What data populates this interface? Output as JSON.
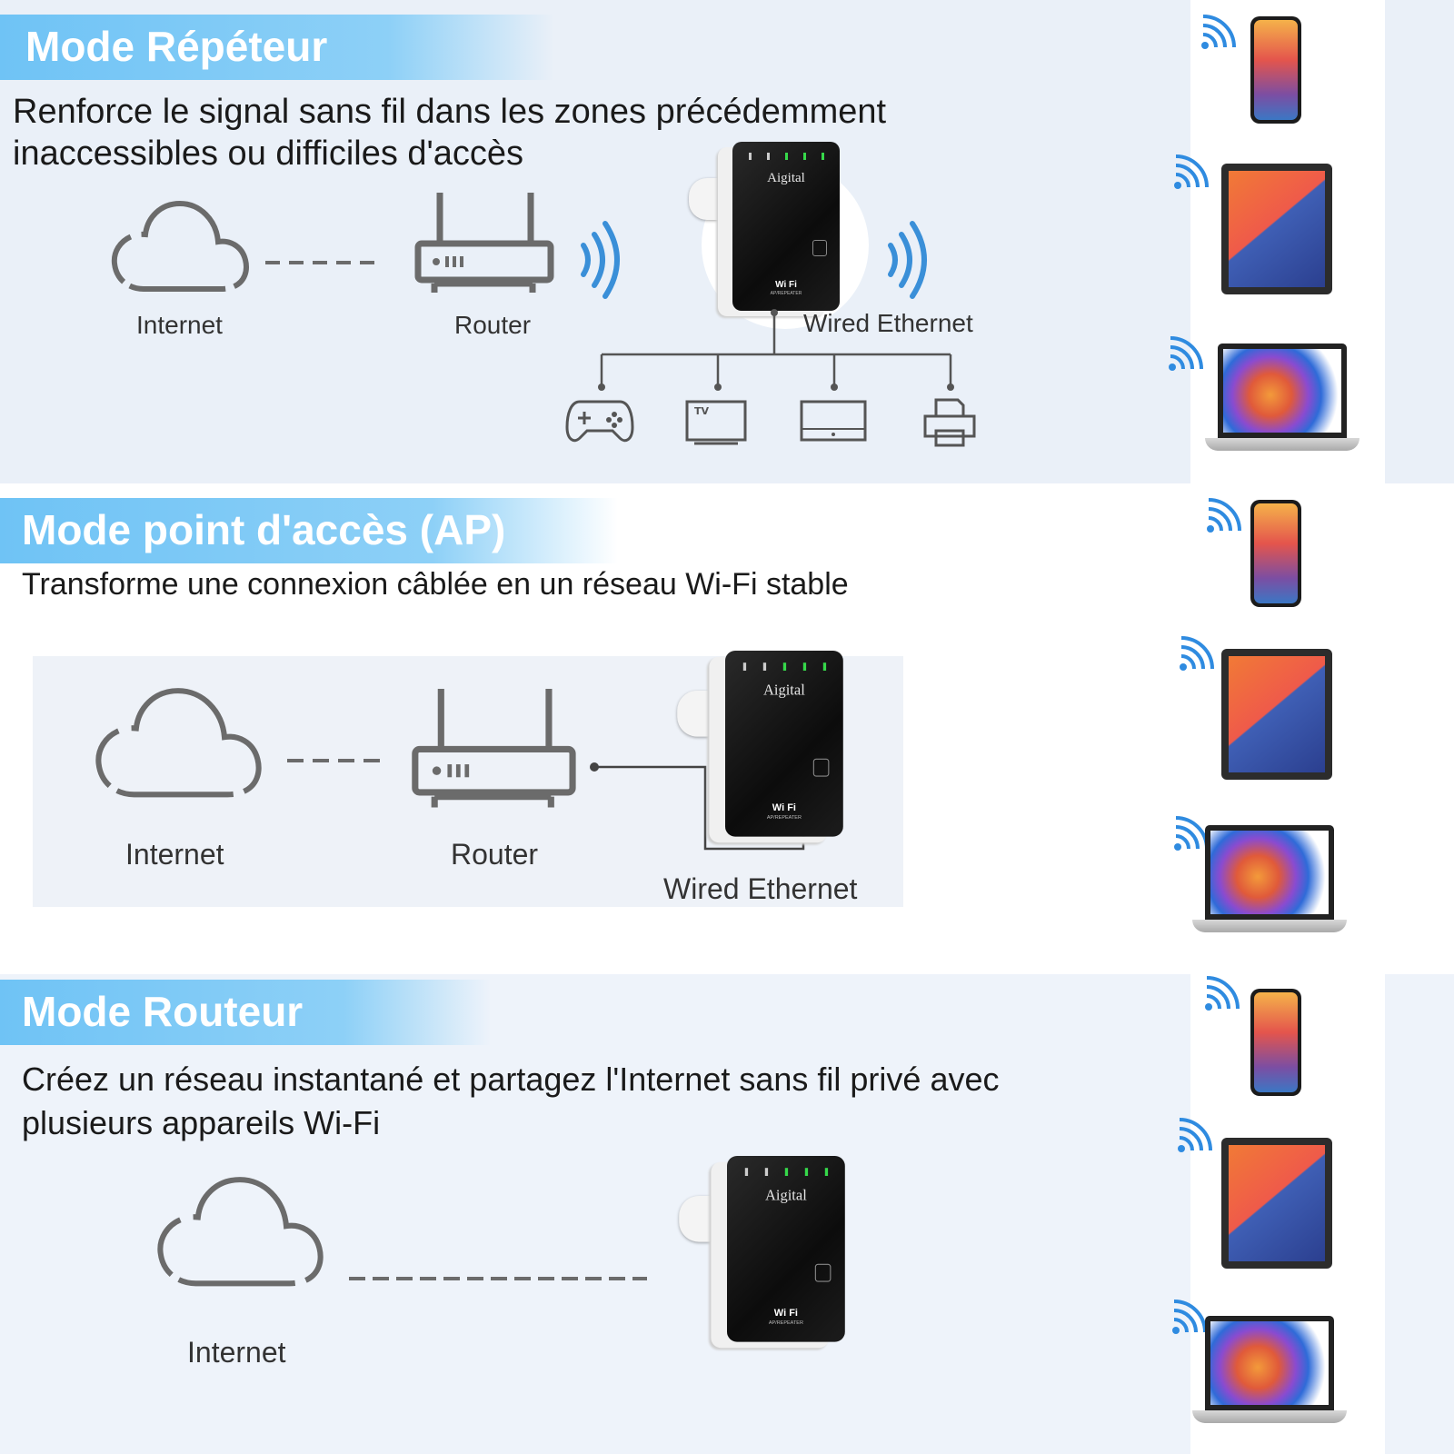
{
  "sections": {
    "repeater": {
      "title": "Mode Répéteur",
      "description_line1": "Renforce le signal sans fil dans les zones précédemment",
      "description_line2": "inaccessibles ou difficiles d'accès",
      "label_internet": "Internet",
      "label_router": "Router",
      "label_wired": "Wired Ethernet"
    },
    "access_point": {
      "title": "Mode point d'accès (AP)",
      "description": "Transforme une connexion câblée en un réseau Wi-Fi stable",
      "label_internet": "Internet",
      "label_router": "Router",
      "label_wired": "Wired Ethernet"
    },
    "router": {
      "title": "Mode Routeur",
      "description_line1": "Créez un réseau instantané et partagez l'Internet sans fil privé avec",
      "description_line2": "plusieurs appareils Wi-Fi",
      "label_internet": "Internet"
    }
  },
  "extender": {
    "brand": "Aigital",
    "wifi_logo": "Wi Fi",
    "sub_text": "AP/REPEATER"
  },
  "icons": {
    "cloud": "cloud-icon",
    "router": "router-icon",
    "signal": "wifi-signal-icon",
    "gamepad": "gamepad-icon",
    "tv": "tv-icon",
    "monitor": "monitor-icon",
    "printer": "printer-icon",
    "phone": "smartphone-icon",
    "tablet": "tablet-icon",
    "laptop": "laptop-icon"
  },
  "tv_label": "TV",
  "colors": {
    "banner": "#6fc3f5",
    "icon_gray": "#6b6b6b",
    "signal_blue": "#3a8fd8"
  }
}
